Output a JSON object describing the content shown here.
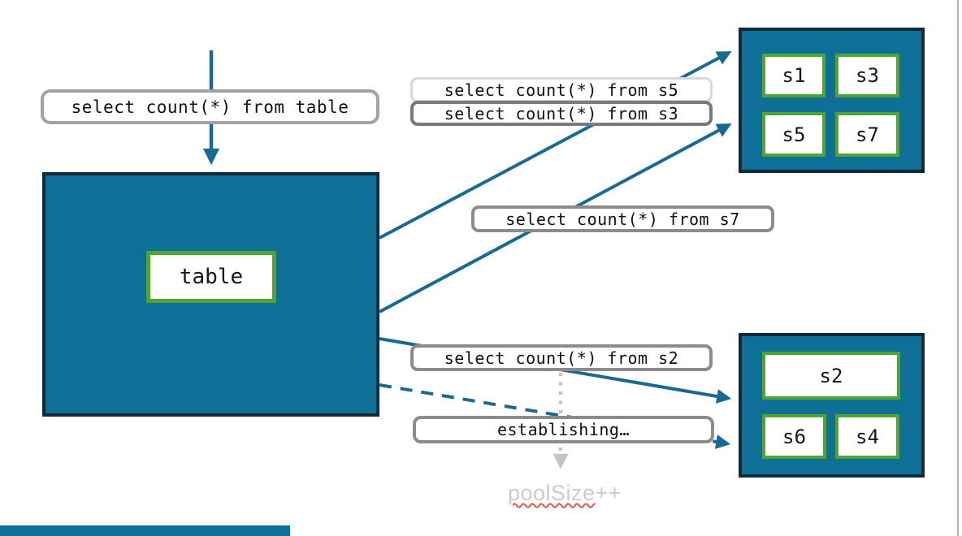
{
  "diagram": {
    "queries": {
      "table": "select count(*) from table",
      "s5": "select count(*) from s5",
      "s3": "select count(*) from s3",
      "s7": "select count(*) from s7",
      "s2": "select count(*) from s2"
    },
    "status": {
      "establishing": "establishing…"
    },
    "annotation": {
      "pool_size": "poolSize",
      "suffix": "++"
    },
    "nodes": {
      "table_label": "table",
      "shards_top": [
        "s1",
        "s3",
        "s5",
        "s7"
      ],
      "shards_bottom": [
        "s2",
        "s6",
        "s4"
      ]
    },
    "colors": {
      "teal_fill": "#0E7096",
      "dark_border": "#0E2A3B",
      "green_border": "#4FA52F",
      "arrow": "#186A93",
      "label_border": "#8C8C8C",
      "muted_text": "#CCCCCC",
      "squiggle_red": "#E8564A",
      "slide_edge_gray": "#B0B0B0"
    }
  }
}
